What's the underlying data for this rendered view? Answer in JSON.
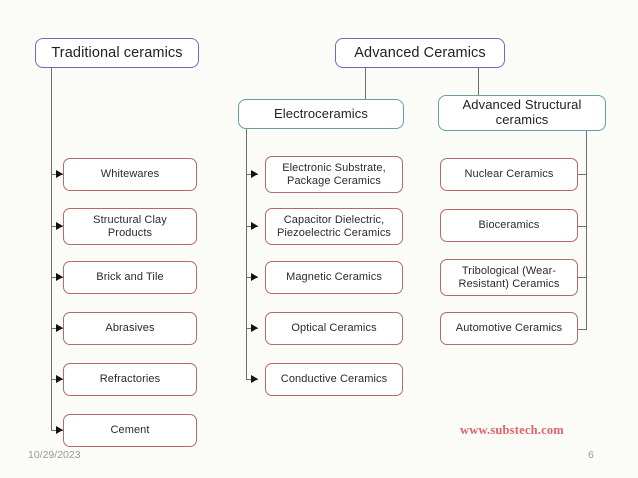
{
  "slide": {
    "background": "#fbfcf8",
    "watermark": "www.substech.com",
    "footer": {
      "date": "10/29/2023",
      "page_number": "6"
    }
  },
  "colors": {
    "root_border": "#6b6bc2",
    "mid_border": "#5ea2a2",
    "leaf_border": "#b5696b",
    "connector": "#6e6e6e",
    "arrow": "#111111",
    "watermark": "#e0616a",
    "footer_text": "#9a9a9a"
  },
  "diagram": {
    "type": "hierarchy-tree",
    "roots": [
      {
        "id": "traditional-ceramics",
        "label": "Traditional ceramics",
        "children": [
          {
            "id": "whitewares",
            "label": "Whitewares"
          },
          {
            "id": "structural-clay",
            "label": "Structural Clay\nProducts"
          },
          {
            "id": "brick-and-tile",
            "label": "Brick and Tile"
          },
          {
            "id": "abrasives",
            "label": "Abrasives"
          },
          {
            "id": "refractories",
            "label": "Refractories"
          },
          {
            "id": "cement",
            "label": "Cement"
          }
        ]
      },
      {
        "id": "advanced-ceramics",
        "label": "Advanced Ceramics",
        "branches": [
          {
            "id": "electroceramics",
            "label": "Electroceramics",
            "children": [
              {
                "id": "electronic-substrate",
                "label": "Electronic Substrate,\nPackage Ceramics"
              },
              {
                "id": "capacitor-dielectric",
                "label": "Capacitor Dielectric,\nPiezoelectric Ceramics"
              },
              {
                "id": "magnetic-ceramics",
                "label": "Magnetic Ceramics"
              },
              {
                "id": "optical-ceramics",
                "label": "Optical Ceramics"
              },
              {
                "id": "conductive-ceramics",
                "label": "Conductive Ceramics"
              }
            ]
          },
          {
            "id": "advanced-structural-ceramics",
            "label": "Advanced Structural\nceramics",
            "children": [
              {
                "id": "nuclear-ceramics",
                "label": "Nuclear Ceramics"
              },
              {
                "id": "bioceramics",
                "label": "Bioceramics"
              },
              {
                "id": "tribological-ceramics",
                "label": "Tribological (Wear-\nResistant) Ceramics"
              },
              {
                "id": "automotive-ceramics",
                "label": "Automotive Ceramics"
              }
            ]
          }
        ]
      }
    ]
  }
}
